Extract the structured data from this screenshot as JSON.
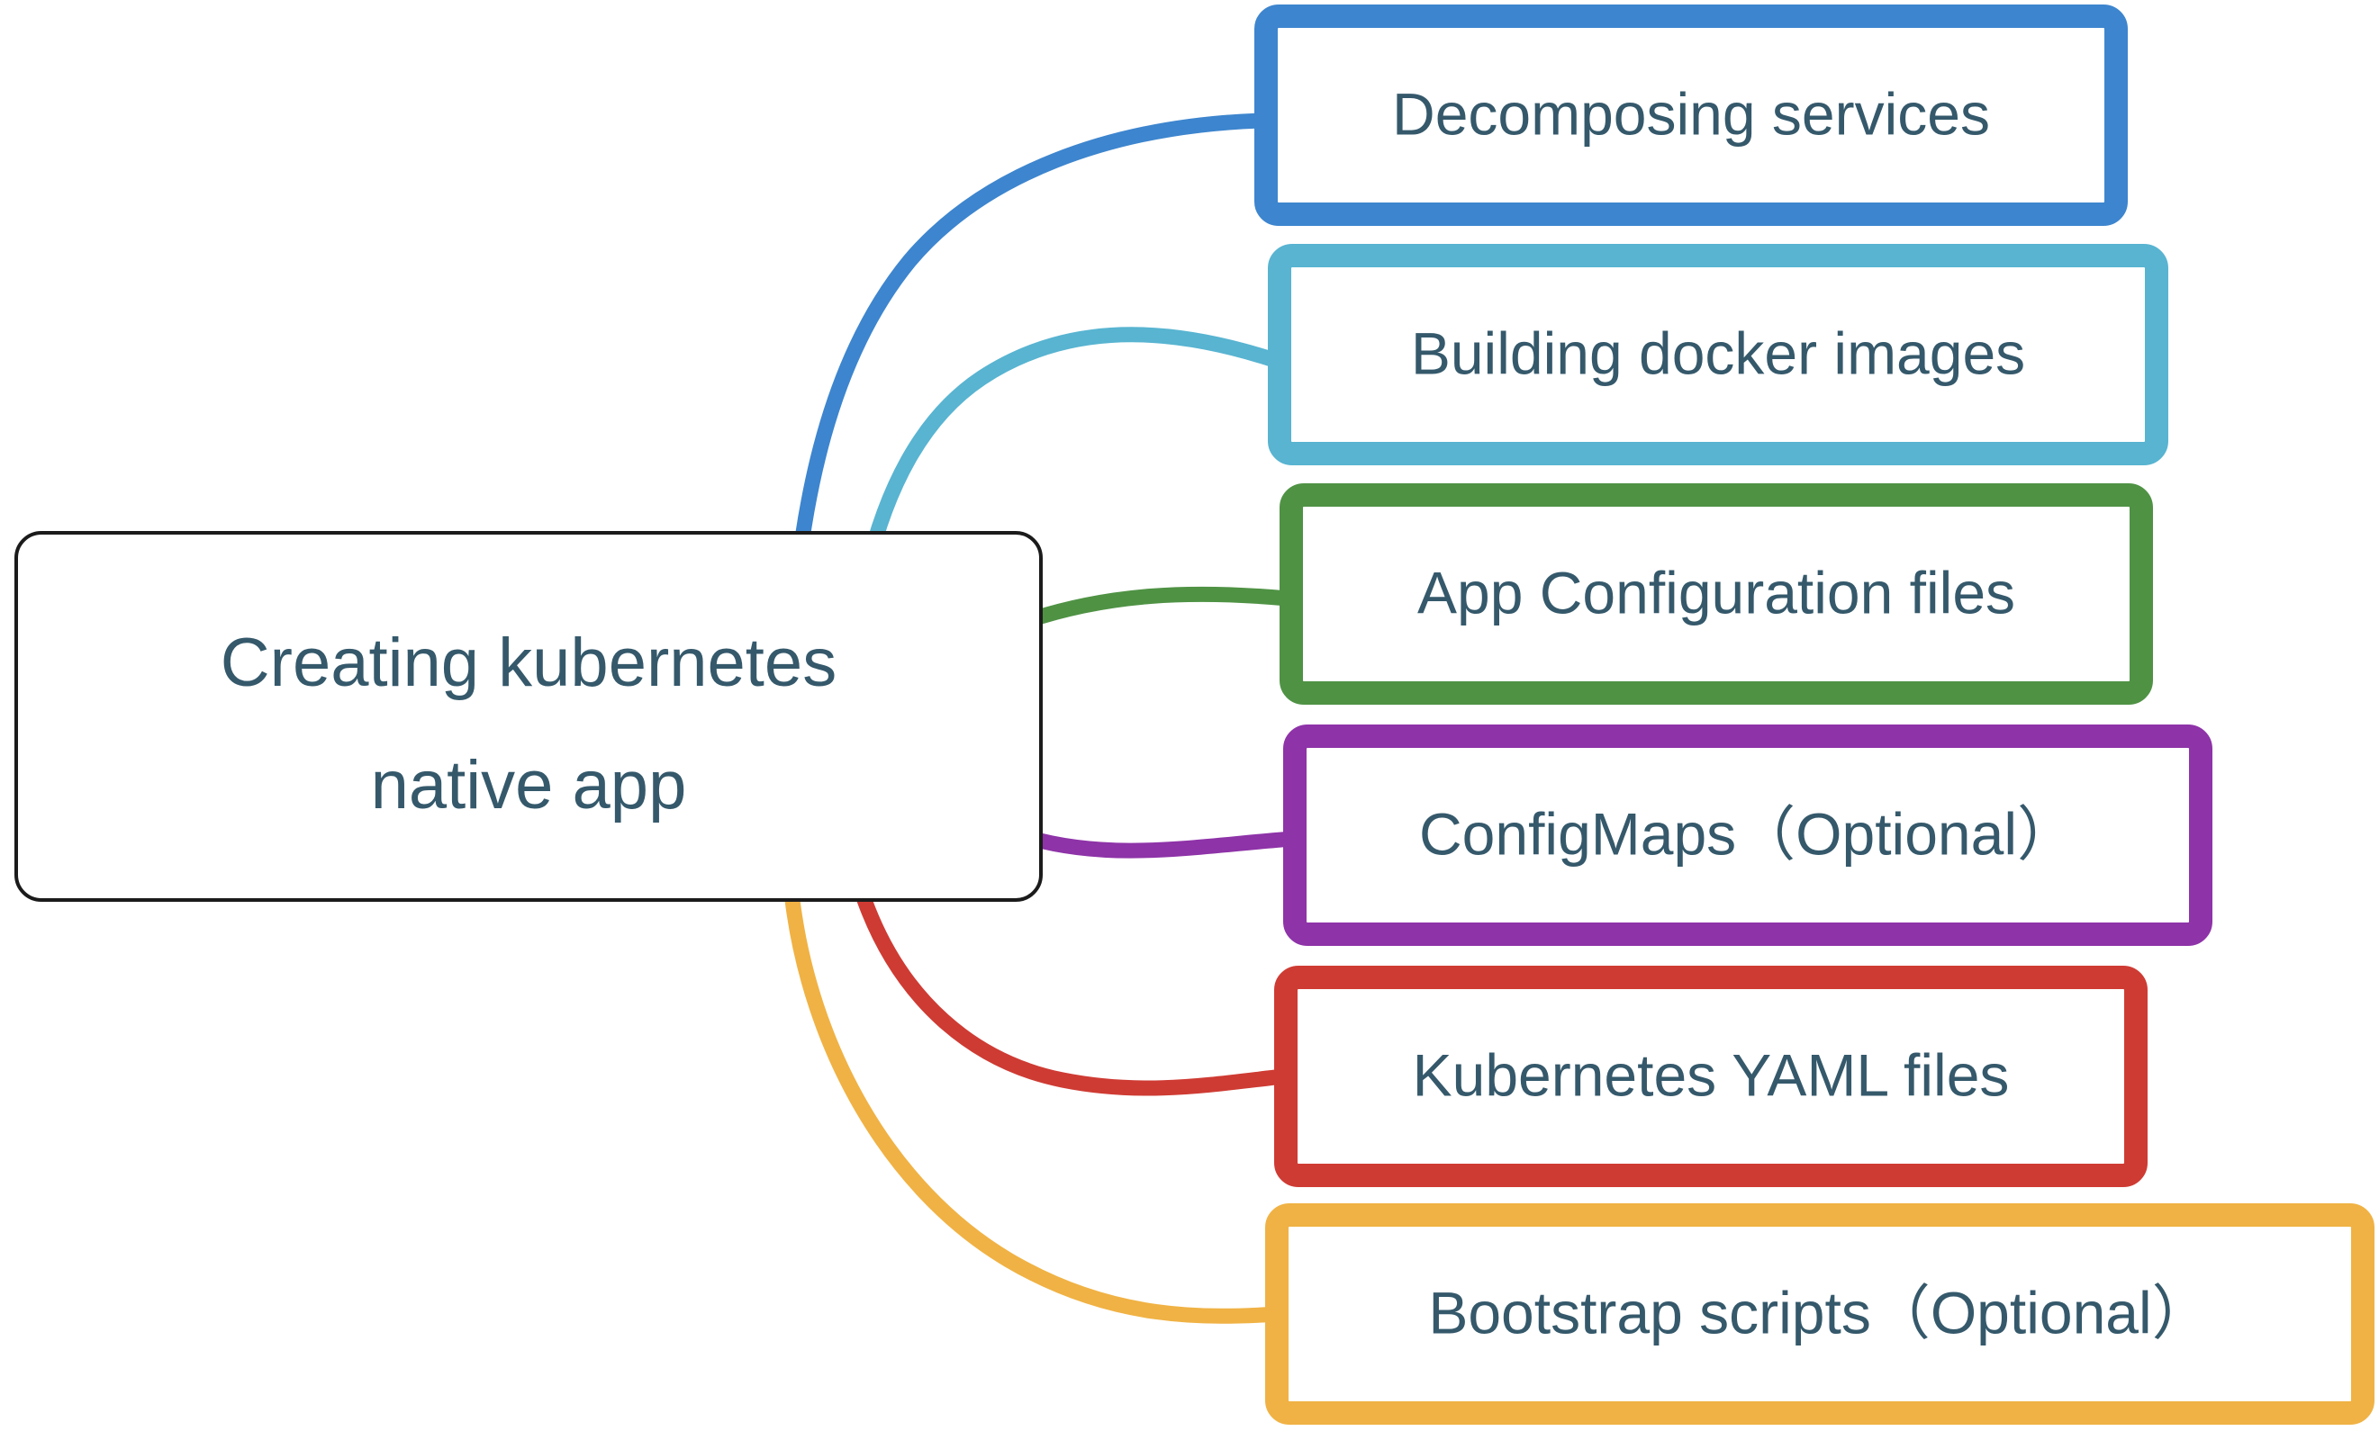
{
  "diagram": {
    "type": "mindmap",
    "title": "Creating kubernetes native app",
    "background_color": "#ffffff",
    "text_color": "#35596b",
    "root": {
      "id": "root",
      "label_line1": "Creating kubernetes",
      "label_line2": "native app",
      "border_color": "#1b1b1b",
      "fill_color": "#ffffff"
    },
    "branches": [
      {
        "id": "decomposing-services",
        "label": "Decomposing services",
        "color": "#3d85ce",
        "order": 1
      },
      {
        "id": "building-docker-images",
        "label": "Building docker images",
        "color": "#58b4d1",
        "order": 2
      },
      {
        "id": "app-configuration-files",
        "label": "App Configuration files",
        "color": "#4f9244",
        "order": 3
      },
      {
        "id": "configmaps-optional",
        "label": "ConfigMaps（Optional）",
        "color": "#8e33a8",
        "order": 4
      },
      {
        "id": "kubernetes-yaml-files",
        "label": "Kubernetes YAML files",
        "color": "#ce3b33",
        "order": 5
      },
      {
        "id": "bootstrap-scripts-optional",
        "label": "Bootstrap scripts（Optional）",
        "color": "#f0b244",
        "order": 6
      }
    ]
  }
}
